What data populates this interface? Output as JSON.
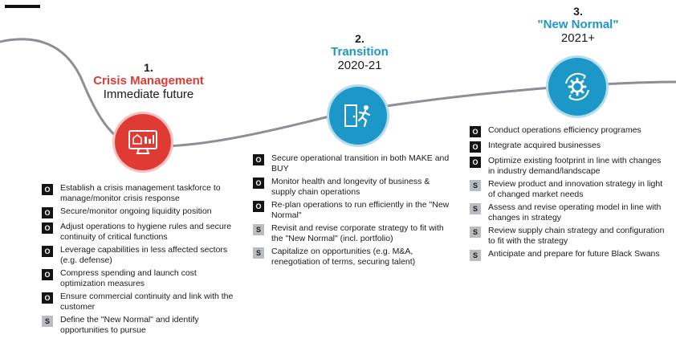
{
  "colors": {
    "crisis_red": "#e03a35",
    "accent_teal": "#1d97c7",
    "badge_o": "#141414",
    "badge_s": "#b9bcc0",
    "curve": "#8c8f94"
  },
  "phases": [
    {
      "number": "1.",
      "title": "Crisis Management",
      "subtitle": "Immediate future",
      "icon": "dashboard-monitor-icon",
      "items": [
        {
          "badge": "O",
          "text": "Establish a crisis management taskforce to manage/monitor crisis response"
        },
        {
          "badge": "O",
          "text": "Secure/monitor ongoing liquidity position"
        },
        {
          "badge": "O",
          "text": "Adjust operations to hygiene rules and secure  continuity of critical functions"
        },
        {
          "badge": "O",
          "text": "Leverage capabilities in less affected sectors (e.g. defense)"
        },
        {
          "badge": "O",
          "text": "Compress spending and launch cost optimization measures"
        },
        {
          "badge": "O",
          "text": "Ensure commercial continuity and link with the customer"
        },
        {
          "badge": "S",
          "text": "Define the \"New Normal\" and identify opportunities to pursue"
        }
      ]
    },
    {
      "number": "2.",
      "title": "Transition",
      "subtitle": "2020-21",
      "icon": "exit-door-runner-icon",
      "items": [
        {
          "badge": "O",
          "text": "Secure operational transition in both MAKE and BUY"
        },
        {
          "badge": "O",
          "text": "Monitor health and longevity of business & supply chain operations"
        },
        {
          "badge": "O",
          "text": "Re-plan operations to run efficiently in the \"New Normal\""
        },
        {
          "badge": "S",
          "text": "Revisit and revise corporate strategy to fit with the \"New Normal\" (incl. portfolio)"
        },
        {
          "badge": "S",
          "text": "Capitalize on opportunities  (e.g. M&A, renegotiation of terms, securing talent)"
        }
      ]
    },
    {
      "number": "3.",
      "title": "\"New Normal\"",
      "subtitle": "2021+",
      "icon": "gear-cycle-icon",
      "items": [
        {
          "badge": "O",
          "text": "Conduct operations efficiency programes"
        },
        {
          "badge": "O",
          "text": "Integrate acquired businesses"
        },
        {
          "badge": "O",
          "text": "Optimize existing footprint in line with changes in industry demand/landscape"
        },
        {
          "badge": "S",
          "text": "Review product and innovation strategy in light of changed market needs"
        },
        {
          "badge": "S",
          "text": "Assess and revise operating model in line with changes in strategy"
        },
        {
          "badge": "S",
          "text": "Review supply chain strategy and configuration to fit with the strategy"
        },
        {
          "badge": "S",
          "text": "Anticipate and prepare for future Black Swans"
        }
      ]
    }
  ]
}
